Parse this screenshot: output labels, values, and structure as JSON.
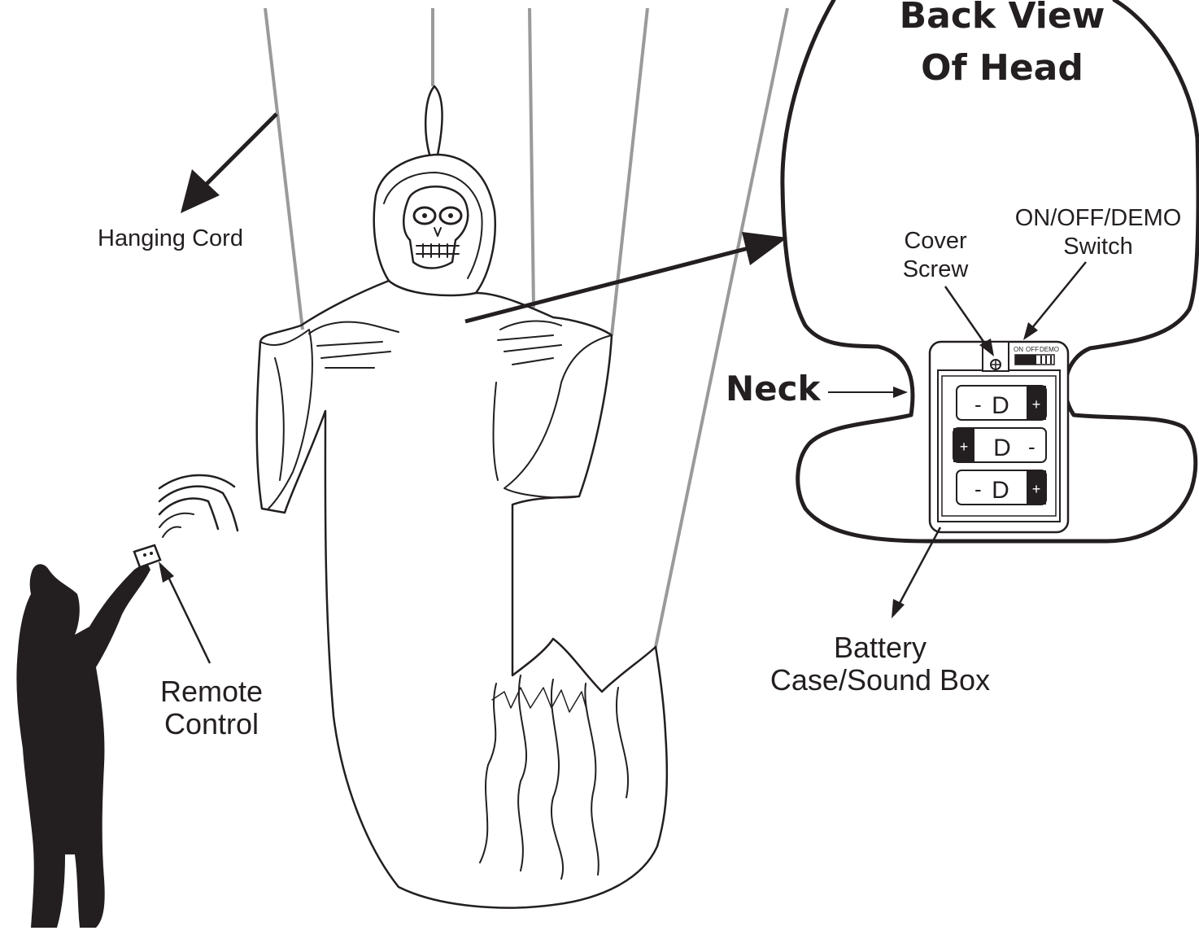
{
  "labels": {
    "hanging_cord": "Hanging Cord",
    "remote_control_line1": "Remote",
    "remote_control_line2": "Control",
    "back_view_line1": "Back View",
    "back_view_line2": "Of Head",
    "cover_screw_line1": "Cover",
    "cover_screw_line2": "Screw",
    "switch_line1": "ON/OFF/DEMO",
    "switch_line2": "Switch",
    "neck": "Neck",
    "battery_line1": "Battery",
    "battery_line2": "Case/Sound Box"
  },
  "switch_positions": {
    "on": "ON",
    "off": "OFF",
    "demo": "DEMO"
  },
  "batteries": [
    {
      "size": "D",
      "polarity_left": "-",
      "polarity_right": "+"
    },
    {
      "size": "D",
      "polarity_left": "+",
      "polarity_right": "-"
    },
    {
      "size": "D",
      "polarity_left": "-",
      "polarity_right": "+"
    }
  ],
  "colors": {
    "ink": "#231f20",
    "cord": "#9a9a9a",
    "background": "#ffffff"
  }
}
